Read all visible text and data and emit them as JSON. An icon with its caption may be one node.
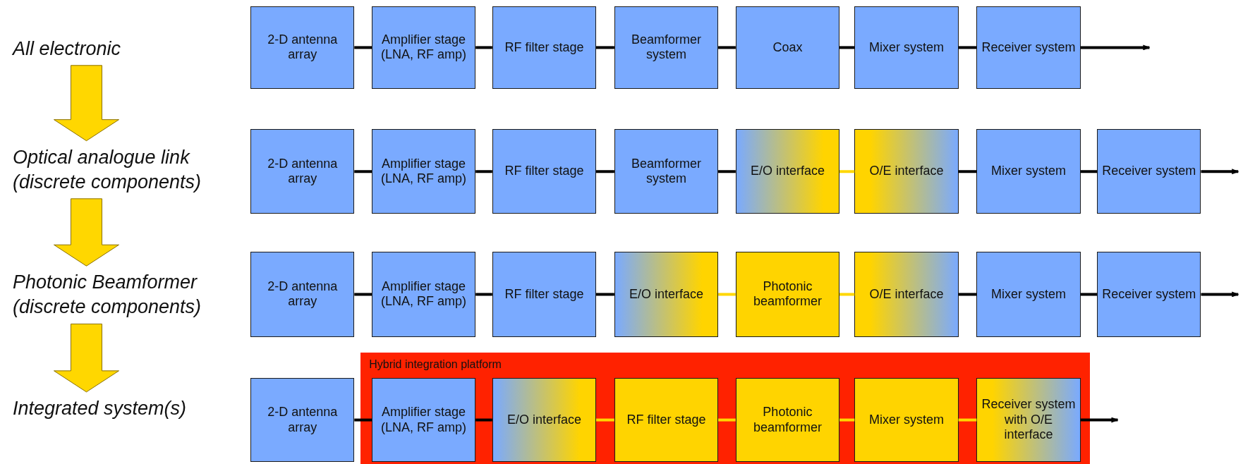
{
  "diagram": {
    "nodes": [
      {
        "text": [
          "All electronic"
        ]
      },
      {
        "text": [
          "2-D antenna array"
        ]
      },
      {
        "text": [
          "Amplifier stage (LNA, RF amp)"
        ]
      },
      {
        "text": [
          "RF filter stage"
        ]
      },
      {
        "text": [
          "Beamformer system"
        ]
      },
      {
        "text": [
          "Coax"
        ]
      },
      {
        "text": [
          "Mixer system"
        ]
      },
      {
        "text": [
          "Receiver system"
        ]
      },
      {
        "text": [
          "Optical analogue link (discrete components)"
        ]
      },
      {
        "text": [
          "2-D antenna array"
        ]
      },
      {
        "text": [
          "Amplifier stage (LNA, RF amp)"
        ]
      },
      {
        "text": [
          "RF filter stage"
        ]
      },
      {
        "text": [
          "Beamformer system"
        ]
      },
      {
        "text": [
          "E/O interface"
        ]
      },
      {
        "text": [
          "O/E interface"
        ]
      },
      {
        "text": [
          "Mixer system"
        ]
      },
      {
        "text": [
          "Receiver system"
        ]
      },
      {
        "text": [
          "Photonic Beamformer (discrete components)"
        ]
      },
      {
        "text": [
          "2-D antenna array"
        ]
      },
      {
        "text": [
          "Amplifier stage (LNA, RF amp)"
        ]
      },
      {
        "text": [
          "RF filter stage"
        ]
      },
      {
        "text": [
          "E/O interface"
        ]
      },
      {
        "text": [
          "Photonic beamformer"
        ]
      },
      {
        "text": [
          "O/E interface"
        ]
      },
      {
        "text": [
          "Mixer system"
        ]
      },
      {
        "text": [
          "Receiver system"
        ]
      },
      {
        "text": [
          "Integrated system(s)"
        ]
      },
      {
        "text": [
          "2-D antenna array"
        ]
      },
      {
        "text": [
          "Hybrid integration platform"
        ]
      },
      {
        "text": [
          "Amplifier stage (LNA, RF amp)"
        ],
        "in": 28
      },
      {
        "text": [
          "E/O interface"
        ],
        "in": 28
      },
      {
        "text": [
          "RF filter stage"
        ],
        "in": 28
      },
      {
        "text": [
          "Photonic beamformer"
        ],
        "in": 28
      },
      {
        "text": [
          "Mixer system"
        ],
        "in": 28
      },
      {
        "text": [
          "Receiver system with O/E interface"
        ],
        "in": 28
      }
    ],
    "edges": [
      {
        "from": 1,
        "to": 2,
        "arrow": "none"
      },
      {
        "from": 2,
        "to": 3,
        "arrow": "none"
      },
      {
        "from": 3,
        "to": 4,
        "arrow": "none"
      },
      {
        "from": 4,
        "to": 5,
        "arrow": "none"
      },
      {
        "from": 5,
        "to": 6,
        "arrow": "none"
      },
      {
        "from": 6,
        "to": 7,
        "arrow": "none"
      },
      {
        "from": 7,
        "to": null,
        "arrow": "to"
      },
      {
        "from": 9,
        "to": 10,
        "arrow": "none"
      },
      {
        "from": 10,
        "to": 11,
        "arrow": "none"
      },
      {
        "from": 11,
        "to": 12,
        "arrow": "none"
      },
      {
        "from": 12,
        "to": 13,
        "arrow": "none"
      },
      {
        "from": 13,
        "to": 14,
        "arrow": "none",
        "color": "#ffd700"
      },
      {
        "from": 14,
        "to": 15,
        "arrow": "none"
      },
      {
        "from": 15,
        "to": 16,
        "arrow": "none"
      },
      {
        "from": 16,
        "to": null,
        "arrow": "to"
      },
      {
        "from": 18,
        "to": 19,
        "arrow": "none"
      },
      {
        "from": 19,
        "to": 20,
        "arrow": "none"
      },
      {
        "from": 20,
        "to": 21,
        "arrow": "none"
      },
      {
        "from": 21,
        "to": 22,
        "arrow": "none",
        "color": "#ffd700"
      },
      {
        "from": 22,
        "to": 23,
        "arrow": "none",
        "color": "#ffd700"
      },
      {
        "from": 23,
        "to": 24,
        "arrow": "none"
      },
      {
        "from": 24,
        "to": 25,
        "arrow": "none"
      },
      {
        "from": 25,
        "to": null,
        "arrow": "to"
      },
      {
        "from": 27,
        "to": 29,
        "arrow": "none"
      },
      {
        "from": 29,
        "to": 30,
        "arrow": "none"
      },
      {
        "from": 30,
        "to": 31,
        "arrow": "none",
        "color": "#ffd700"
      },
      {
        "from": 31,
        "to": 32,
        "arrow": "none",
        "color": "#ffd700"
      },
      {
        "from": 32,
        "to": 33,
        "arrow": "none",
        "color": "#ffd700"
      },
      {
        "from": 33,
        "to": 34,
        "arrow": "none",
        "color": "#ffd700"
      },
      {
        "from": 34,
        "to": null,
        "arrow": "to"
      },
      {
        "from": 0,
        "to": 8,
        "arrow": "to",
        "style": "thick",
        "color": "#ffd700"
      },
      {
        "from": 8,
        "to": 17,
        "arrow": "to",
        "style": "thick",
        "color": "#ffd700"
      },
      {
        "from": 17,
        "to": 26,
        "arrow": "to",
        "style": "thick",
        "color": "#ffd700"
      }
    ]
  }
}
